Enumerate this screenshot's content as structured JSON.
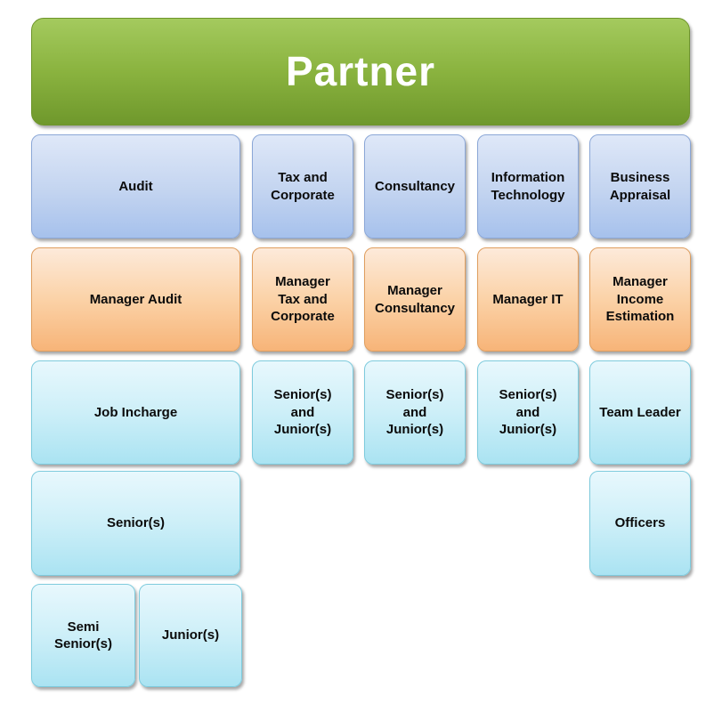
{
  "diagram": {
    "type": "org-chart",
    "title": "Partner"
  },
  "nodes": {
    "partner": {
      "label": "Partner",
      "level": "root"
    },
    "audit": {
      "label": "Audit",
      "level": "department"
    },
    "tax_corporate": {
      "label": "Tax and\nCorporate",
      "level": "department"
    },
    "consultancy": {
      "label": "Consultancy",
      "level": "department"
    },
    "information_technology": {
      "label": "Information\nTechnology",
      "level": "department"
    },
    "business_appraisal": {
      "label": "Business\nAppraisal",
      "level": "department"
    },
    "manager_audit": {
      "label": "Manager Audit",
      "level": "manager"
    },
    "manager_tax_corporate": {
      "label": "Manager\nTax and\nCorporate",
      "level": "manager"
    },
    "manager_consultancy": {
      "label": "Manager\nConsultancy",
      "level": "manager"
    },
    "manager_it": {
      "label": "Manager IT",
      "level": "manager"
    },
    "manager_income_estimation": {
      "label": "Manager\nIncome\nEstimation",
      "level": "manager"
    },
    "job_incharge": {
      "label": "Job Incharge",
      "level": "staff"
    },
    "seniors_juniors_tax": {
      "label": "Senior(s)\nand\nJunior(s)",
      "level": "staff"
    },
    "seniors_juniors_consultancy": {
      "label": "Senior(s)\nand\nJunior(s)",
      "level": "staff"
    },
    "seniors_juniors_it": {
      "label": "Senior(s)\nand\nJunior(s)",
      "level": "staff"
    },
    "team_leader": {
      "label": "Team Leader",
      "level": "staff"
    },
    "seniors": {
      "label": "Senior(s)",
      "level": "staff"
    },
    "officers": {
      "label": "Officers",
      "level": "staff"
    },
    "semi_seniors": {
      "label": "Semi\nSenior(s)",
      "level": "staff"
    },
    "juniors": {
      "label": "Junior(s)",
      "level": "staff"
    }
  },
  "colors": {
    "partner_top": "#a4ca5e",
    "partner_mid": "#8ab33f",
    "partner_bottom": "#6f982c",
    "partner_border": "#6e952b",
    "dept_top": "#dfe8f8",
    "dept_mid": "#c3d4f0",
    "dept_bottom": "#a6c1ec",
    "dept_border": "#8ba7d7",
    "mgr_top": "#fdeada",
    "mgr_mid": "#fbd2a7",
    "mgr_bottom": "#f7b478",
    "mgr_border": "#df9e5f",
    "staff_top": "#e8f8fd",
    "staff_mid": "#cdeff8",
    "staff_bottom": "#aae3f2",
    "staff_border": "#7ecbdd",
    "text_dark": "#0b0b0b",
    "text_light": "#ffffff"
  }
}
